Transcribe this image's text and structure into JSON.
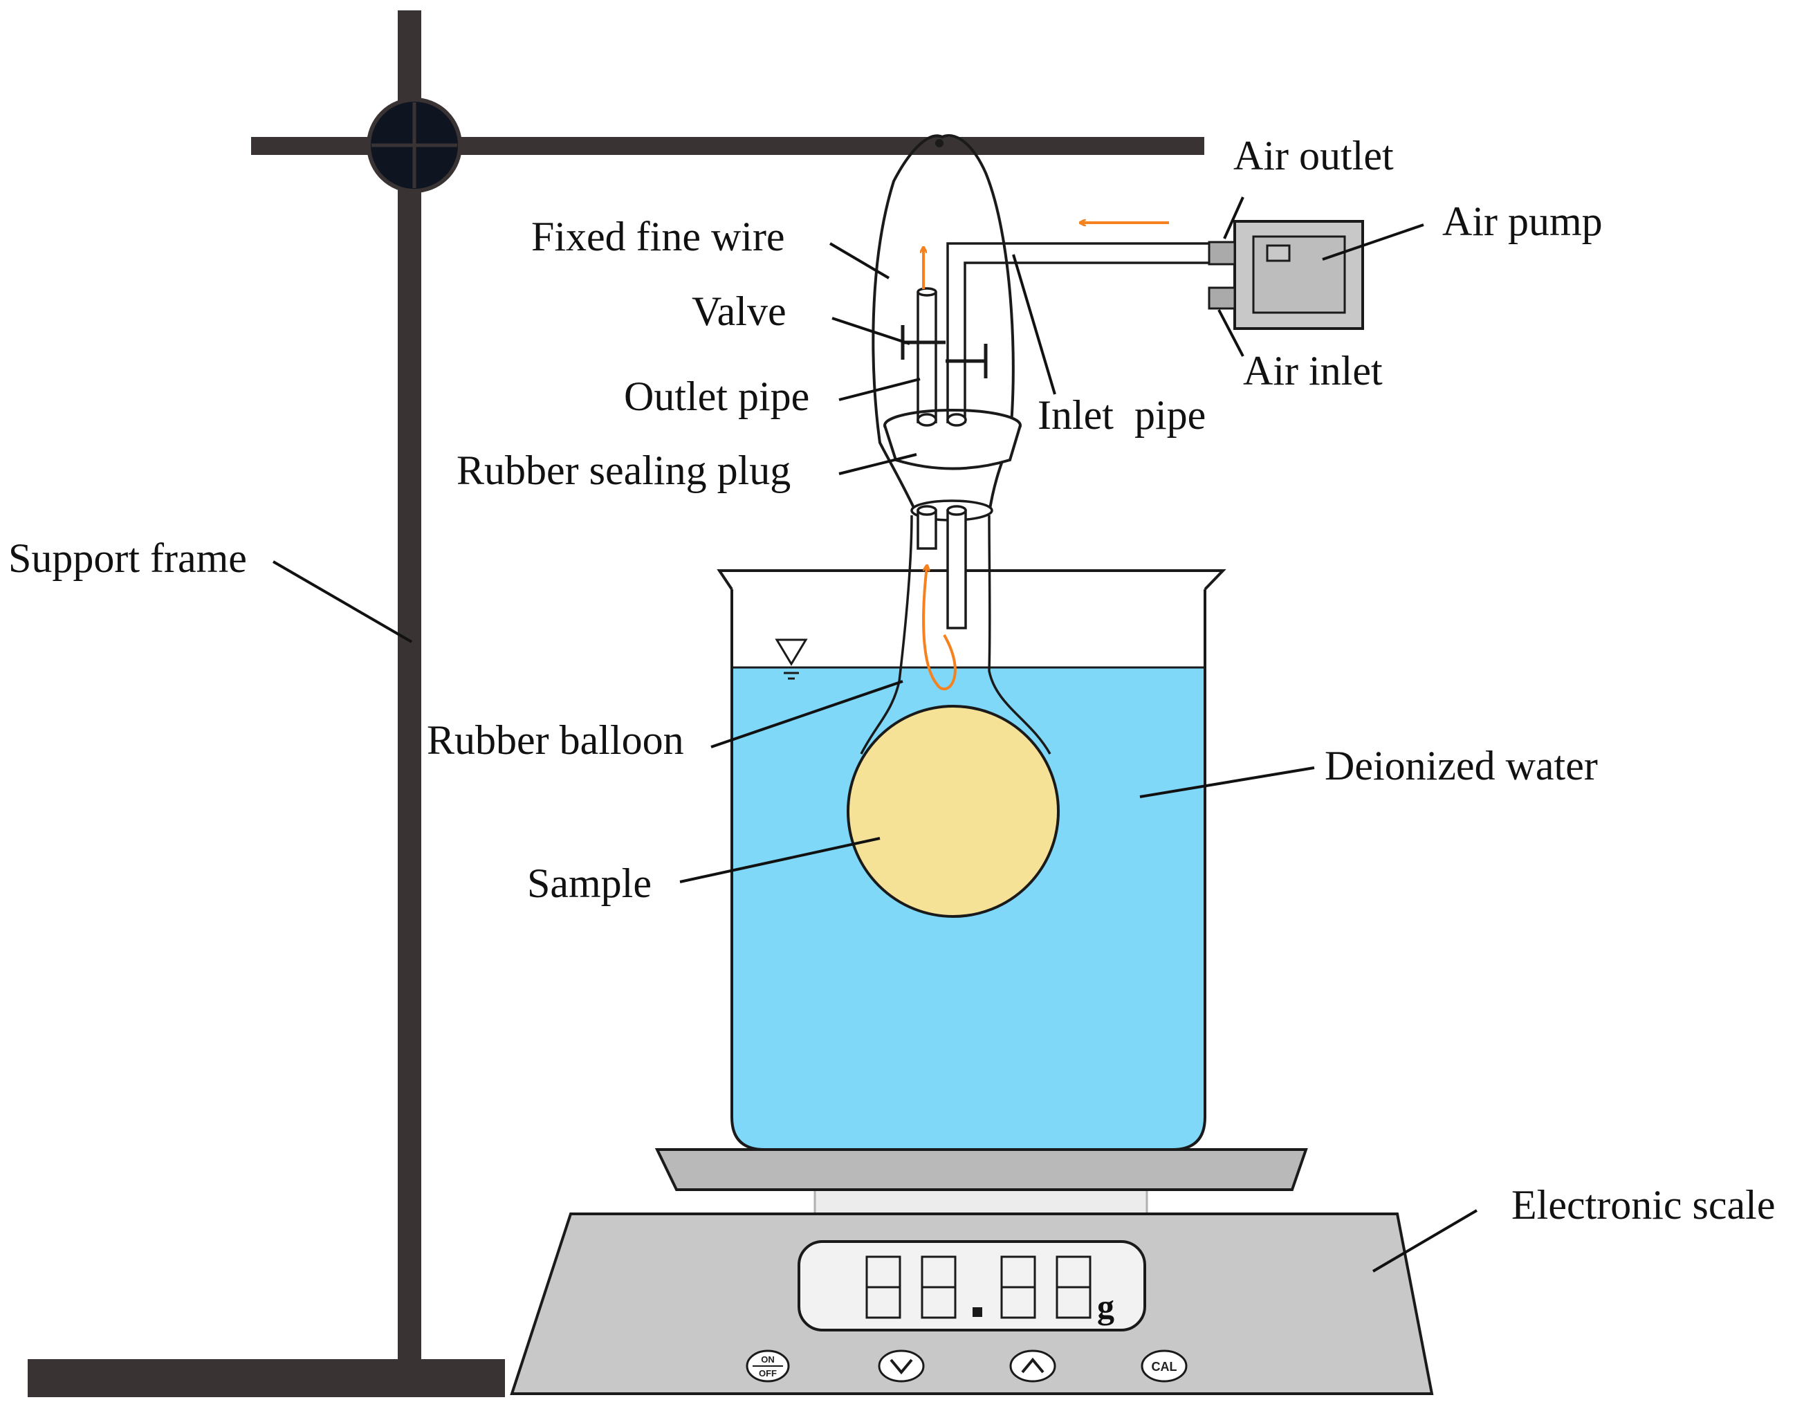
{
  "labels": {
    "air_outlet": "Air outlet",
    "air_pump": "Air pump",
    "fixed_fine_wire": "Fixed fine wire",
    "valve": "Valve",
    "air_inlet": "Air inlet",
    "outlet_pipe": "Outlet pipe",
    "inlet_pipe": "Inlet  pipe",
    "rubber_sealing_plug": "Rubber sealing plug",
    "support_frame": "Support frame",
    "rubber_balloon": "Rubber balloon",
    "deionized_water": "Deionized water",
    "sample": "Sample",
    "electronic_scale": "Electronic scale"
  },
  "scale": {
    "unit": "g",
    "buttons": {
      "on_top": "ON",
      "on_bottom": "OFF",
      "cal": "CAL"
    }
  },
  "colors": {
    "frame": "#3a3334",
    "water": "#80d8f8",
    "sample": "#f6e296",
    "airflow_arrow": "#f5821f",
    "scale_body": "#c8c8c8",
    "scale_display": "#f2f2f2"
  },
  "icons": {
    "water_level": "water-level-icon",
    "scale_down": "chevron-down-icon",
    "scale_up": "chevron-up-icon"
  }
}
